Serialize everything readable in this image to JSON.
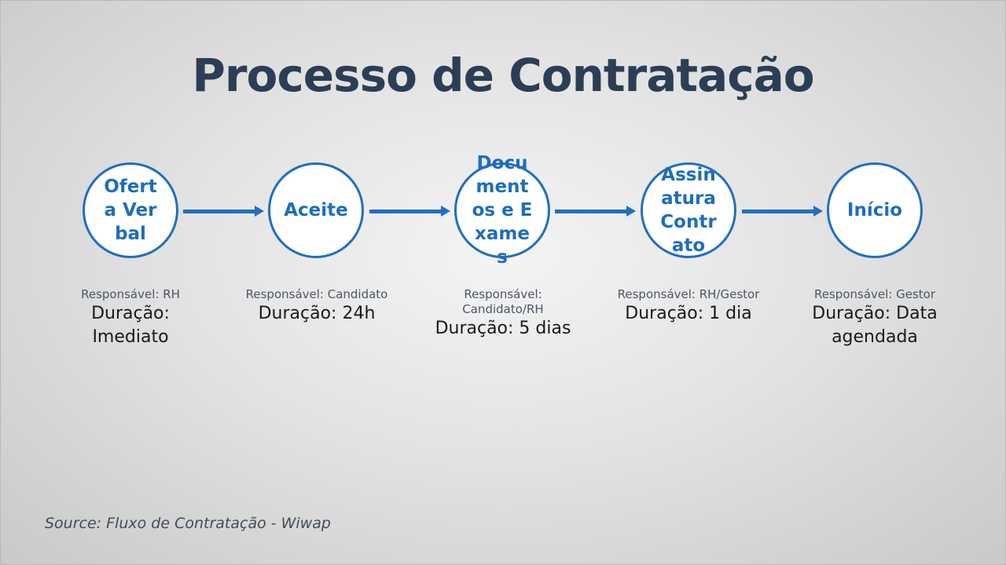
{
  "title": "Processo de Contratação",
  "steps": [
    {
      "label": "Oferta Verbal",
      "responsavel": "Responsável: RH",
      "duracao": "Duração: Imediato"
    },
    {
      "label": "Aceite",
      "responsavel": "Responsável: Candidato",
      "duracao": "Duração: 24h"
    },
    {
      "label": "Documentos e Exames",
      "responsavel": "Responsável: Candidato/RH",
      "duracao": "Duração: 5 dias"
    },
    {
      "label": "Assinatura Contrato",
      "responsavel": "Responsável: RH/Gestor",
      "duracao": "Duração: 1 dia"
    },
    {
      "label": "Início",
      "responsavel": "Responsável: Gestor",
      "duracao": "Duração: Data agendada"
    }
  ],
  "source": "Source: Fluxo de Contratação - Wiwap",
  "colors": {
    "accent": "#1f6fbf",
    "title": "#2c3e55",
    "circle_fill": "#ffffff"
  }
}
